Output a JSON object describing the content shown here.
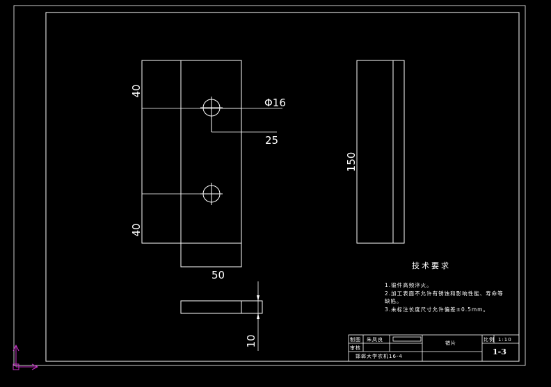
{
  "dimensions": {
    "top_hole_offset": "40",
    "hole_diameter": "Φ16",
    "hole_center_offset": "25",
    "bottom_hole_offset": "40",
    "width": "50",
    "length": "150",
    "thickness": "10"
  },
  "notes": {
    "title": "技术要求",
    "lines": [
      "1.锻件高频淬火。",
      "2.加工表面不允许有锈蚀和影响性能、寿命等",
      "缺陷。",
      "3.未标注长度尺寸允许偏差±0.5mm。"
    ]
  },
  "title_block": {
    "drawn_label": "制图",
    "drawn_name": "朱凤良",
    "check_label": "审核",
    "school": "邯郸大学农机16-4",
    "part_name": "错片",
    "scale_label": "比例",
    "scale_value": "1:10",
    "drawing_number": "1-3"
  },
  "colors": {
    "background": "#000000",
    "lines": "#ffffff",
    "ucs_icon": "#cc33cc"
  }
}
